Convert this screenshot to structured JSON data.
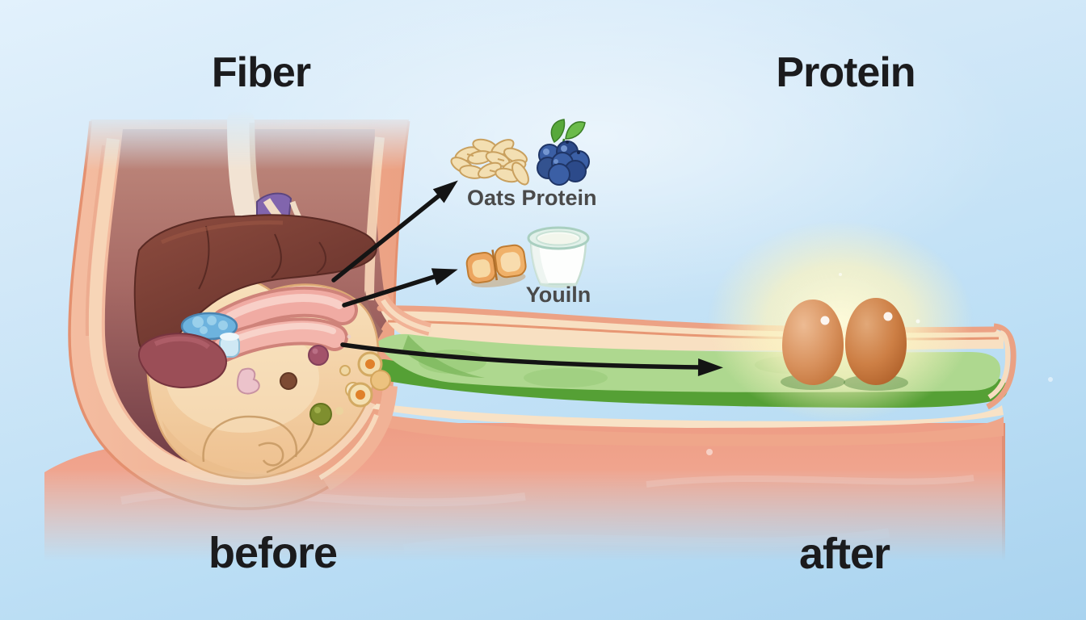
{
  "stage_labels": {
    "top_left": "Fiber",
    "top_right": "Protein",
    "bottom_left": "before",
    "bottom_right": "after"
  },
  "food_callouts": {
    "row1": [
      {
        "icon": "oats-icon",
        "label": "Oats"
      },
      {
        "icon": "blueberries-icon",
        "label": "Protein"
      }
    ],
    "row2": [
      {
        "icon": "cinnamon-roll-icon",
        "label": ""
      },
      {
        "icon": "yogurt-cup-icon",
        "label": "Youiln"
      }
    ]
  },
  "scene_icons": [
    "abdomen-cross-section-icon",
    "liver-icon",
    "stomach-icon",
    "gallbladder-icon",
    "spleen-icon",
    "intestine-channel-icon",
    "eggs-icon",
    "glow-highlight",
    "arrow-icon"
  ],
  "colors": {
    "background_top": "#e2f1fc",
    "background_bottom": "#a9d3ef",
    "title_text": "#1b1b1d",
    "food_label_text": "#4a4a4a",
    "intestine_wall_salmon": "#f1b296",
    "wall_lining_cream": "#f8dcc0",
    "cavity_maroon": "#6e3a44",
    "liver_brown": "#7c3c33",
    "stomach_cream": "#f5d8af",
    "intestine_coil_pink": "#f0aba3",
    "gallbladder_blue": "#6db3de",
    "spleen_red": "#9b4e57",
    "channel_green_light": "#aed88f",
    "channel_green_dark": "#55a035",
    "tissue_pink": "#f0a28c",
    "egg_brown": "#cf8049",
    "glow_yellow": "#fbf6cf",
    "arrow_black": "#141414"
  }
}
